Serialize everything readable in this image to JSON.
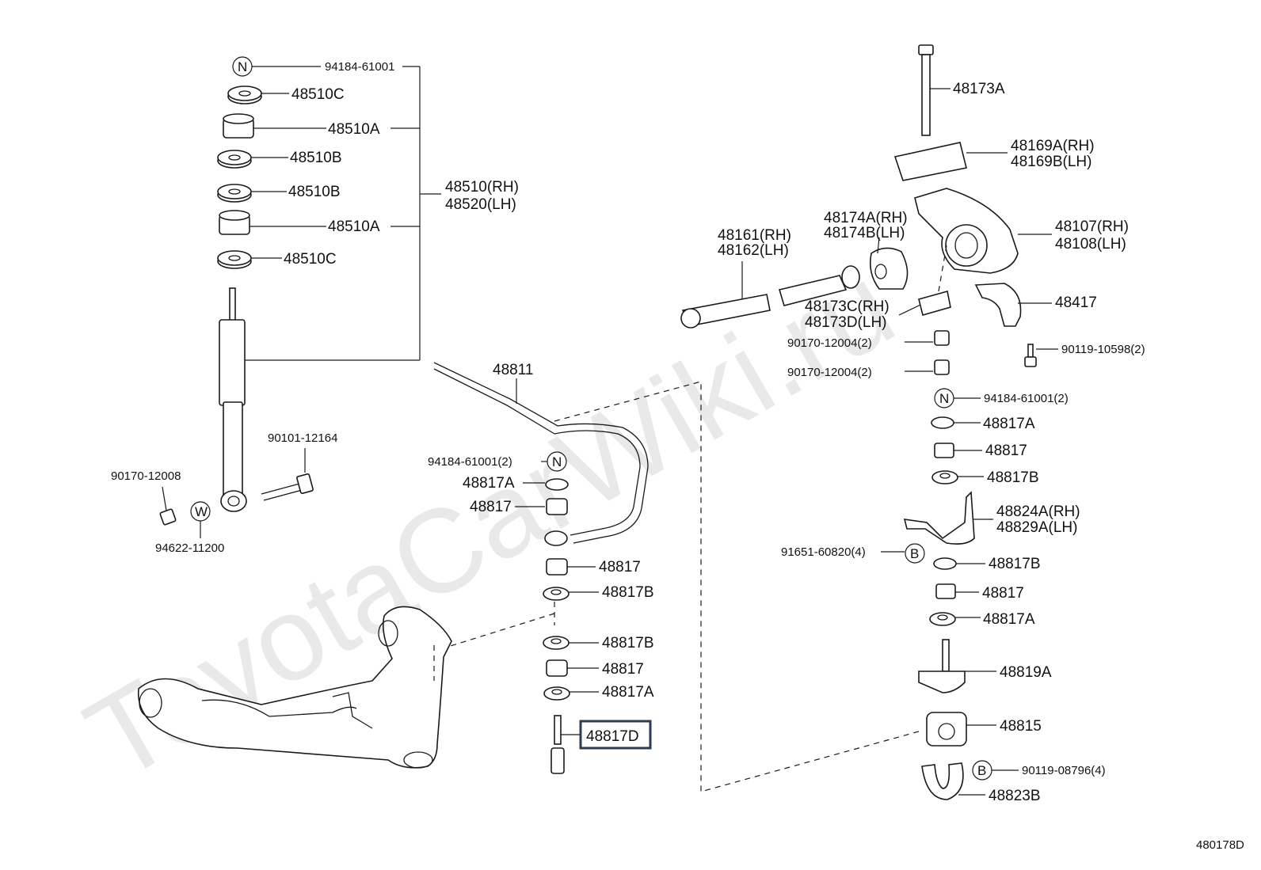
{
  "watermark": "ToyotaCarWiki.ru",
  "diagram_id": "480178D",
  "highlighted_part": "48817D",
  "colors": {
    "line": "#1a1a1a",
    "highlight": "#2b3d4f",
    "watermark": "#d8d8d8"
  },
  "labels": {
    "n1": "94184-61001",
    "p48510c_top": "48510C",
    "p48510a_top": "48510A",
    "p48510b_1": "48510B",
    "p48510b_2": "48510B",
    "p48510a_2": "48510A",
    "p48510c_2": "48510C",
    "shock_rh": "48510(RH)",
    "shock_lh": "48520(LH)",
    "bolt_90101": "90101-12164",
    "nut_90170_12008": "90170-12008",
    "washer_94622": "94622-11200",
    "stab_bar": "48811",
    "n2": "94184-61001(2)",
    "l48817a_1": "48817A",
    "l48817_1": "48817",
    "l48817_2": "48817",
    "l48817b_1": "48817B",
    "l48817b_2": "48817B",
    "l48817_3": "48817",
    "l48817a_2": "48817A",
    "l48817d": "48817D",
    "bolt_48173a": "48173A",
    "r48169a": "48169A(RH)",
    "r48169b": "48169B(LH)",
    "r48107": "48107(RH)",
    "r48108": "48108(LH)",
    "r48174a": "48174A(RH)",
    "r48174b": "48174B(LH)",
    "r48161": "48161(RH)",
    "r48162": "48162(LH)",
    "r48173c": "48173C(RH)",
    "r48173d": "48173D(LH)",
    "r48417": "48417",
    "r90170_a": "90170-12004(2)",
    "r90170_b": "90170-12004(2)",
    "r90119_10598": "90119-10598(2)",
    "r94184": "94184-61001(2)",
    "r48817a_1": "48817A",
    "r48817_1": "48817",
    "r48817b_1": "48817B",
    "r48824a": "48824A(RH)",
    "r48829a": "48829A(LH)",
    "r91651": "91651-60820(4)",
    "r48817b_2": "48817B",
    "r48817_2": "48817",
    "r48817a_2": "48817A",
    "r48819a": "48819A",
    "r48815": "48815",
    "r90119_08796": "90119-08796(4)",
    "r48823b": "48823B"
  },
  "symbols": {
    "nut_marker": "N",
    "washer_marker": "W",
    "bolt_marker": "B"
  }
}
